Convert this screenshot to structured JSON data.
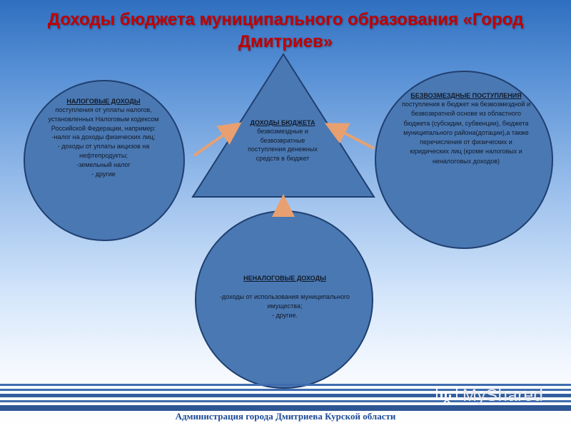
{
  "title": "Доходы бюджета муниципального образования «Город Дмитриев»",
  "center": {
    "heading": "ДОХОДЫ БЮДЖЕТА",
    "text": "безвозмездные и безвозвратные поступления денежных средств в бюджет"
  },
  "tax_revenue": {
    "heading": "НАЛОГОВЫЕ ДОХОДЫ",
    "text": "поступления от уплаты налогов, установленных Налоговым кодексом Российской Федерации, например:\n-налог на доходы физических лиц;\n- доходы от уплаты акцизов на нефтепродукты;\n-земельный налог\n- другие"
  },
  "gratuitous_receipts": {
    "heading": "БЕЗВОЗМЕЗДНЫЕ ПОСТУПЛЕНИЯ",
    "text": "поступления в бюджет на безвозмездной и безвозвратной основе из областного бюджета (субсидии, субвенции), бюджета муниципального района(дотации),а также перечисления от физических и юридических лиц (кроме налоговых и неналоговых доходов)"
  },
  "non_tax_revenue": {
    "heading": "НЕНАЛОГОВЫЕ ДОХОДЫ",
    "text": "-доходы от использования муниципального имущества;\n- другие."
  },
  "footer": "Администрация города Дмитриева Курской области",
  "watermark": "MyShared",
  "icons": [
    "arrow-right-icon",
    "arrow-left-icon",
    "arrow-up-icon",
    "presentation-icon"
  ],
  "colors": {
    "shape_fill": "#4a78b2",
    "shape_stroke": "#1f3f70",
    "arrow": "#e8a070",
    "title": "#c00000",
    "footer_text": "#1e4a96"
  }
}
